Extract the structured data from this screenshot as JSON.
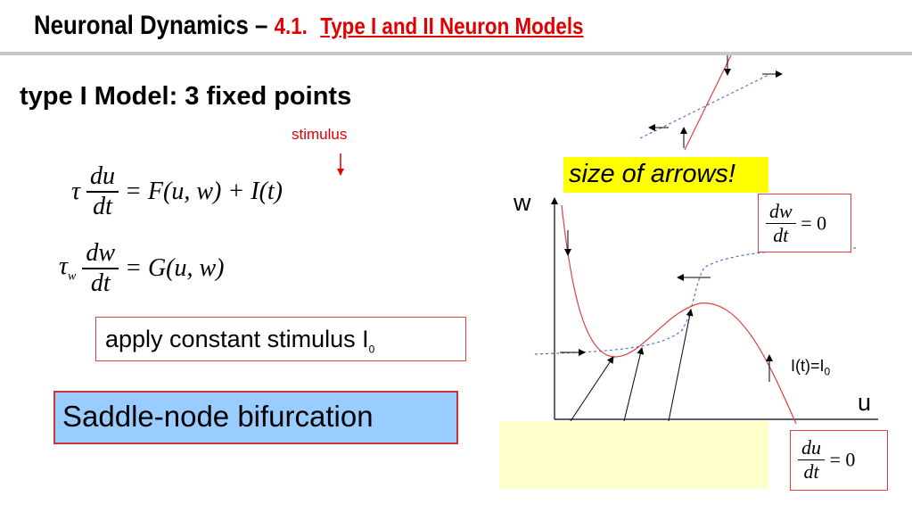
{
  "title": {
    "main": "Neuronal Dynamics –",
    "section": "4.1.",
    "subtitle": "Type I and II Neuron Models"
  },
  "heading": "type I Model: 3 fixed points",
  "stimulus_label": "stimulus",
  "equations": {
    "eq1": {
      "num": "du",
      "den": "dt",
      "lhs": "τ",
      "rhs": "= F(u, w) + I(t)"
    },
    "eq2": {
      "num": "dw",
      "den": "dt",
      "lhs": "τ",
      "lhs_sub": "w",
      "rhs": "= G(u, w)"
    },
    "w_nullcline": {
      "num": "dw",
      "den": "dt",
      "rhs": "= 0"
    },
    "u_nullcline": {
      "num": "du",
      "den": "dt",
      "rhs": "= 0"
    }
  },
  "apply_box": {
    "text": "apply constant stimulus I",
    "sub": "0"
  },
  "saddle_box": "Saddle-node bifurcation",
  "size_box": "size of arrows!",
  "axes": {
    "w": "w",
    "u": "u"
  },
  "current_label": {
    "text": "I(t)=I",
    "sub": "0"
  },
  "colors": {
    "accent": "#e00000",
    "saddle_bg": "#99ccff",
    "highlight": "#ffff00",
    "note_bg": "#ffffcc",
    "dashed": "#4a78d6"
  }
}
